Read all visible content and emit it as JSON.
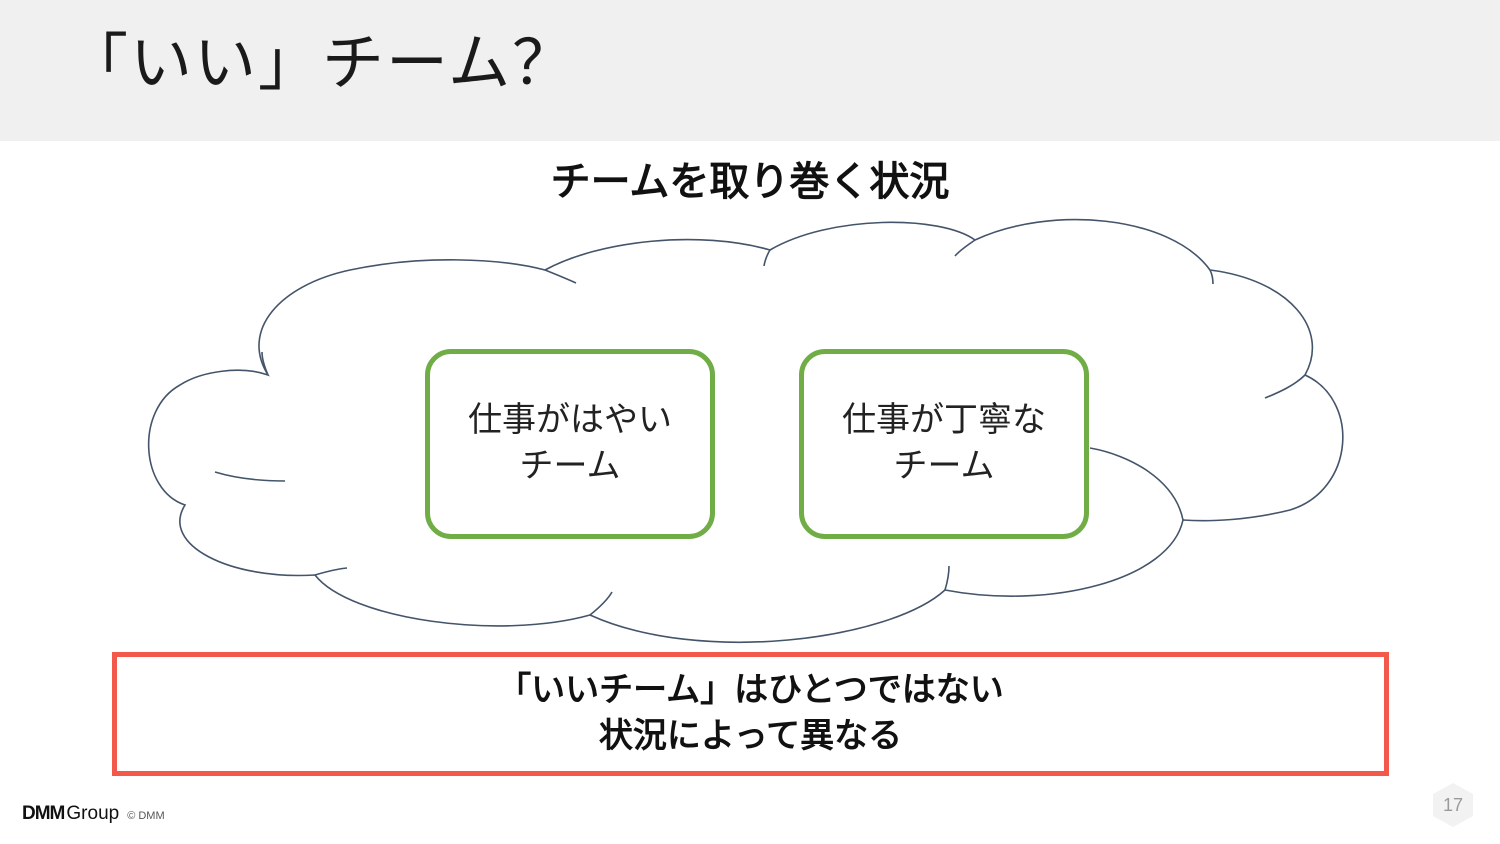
{
  "slide": {
    "title": "「いい」チーム？",
    "subtitle": "チームを取り巻く状況",
    "teams": [
      {
        "line1": "仕事がはやい",
        "line2": "チーム"
      },
      {
        "line1": "仕事が丁寧な",
        "line2": "チーム"
      }
    ],
    "conclusion": {
      "line1": "「いいチーム」はひとつではない",
      "line2": "状況によって異なる"
    },
    "colors": {
      "title_bar": "#f0f0f0",
      "team_border": "#70ad47",
      "conclusion_border": "#f2594b",
      "cloud_stroke": "#44546a"
    }
  },
  "footer": {
    "logo_dmm": "DMM",
    "logo_group": "Group",
    "copyright": "© DMM",
    "page_number": "17"
  }
}
